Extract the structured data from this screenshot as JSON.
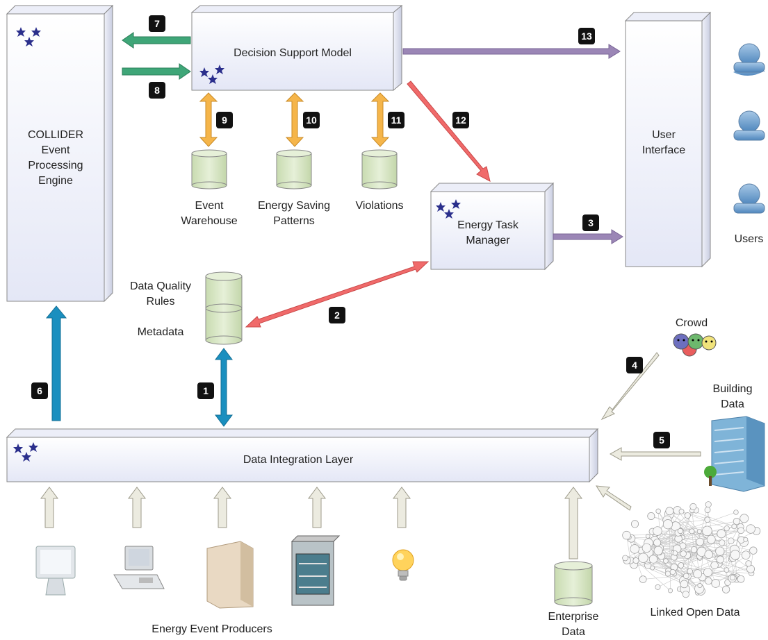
{
  "components": {
    "engine": "COLLIDER\nEvent\nProcessing\nEngine",
    "decision_model": "Decision Support Model",
    "task_manager": "Energy Task\nManager",
    "user_interface": "User\nInterface",
    "integration_layer": "Data Integration Layer"
  },
  "stores": {
    "event_warehouse": "Event\nWarehouse",
    "saving_patterns": "Energy Saving\nPatterns",
    "violations": "Violations",
    "quality_rules": "Data Quality\nRules",
    "metadata": "Metadata",
    "enterprise_data": "Enterprise\nData"
  },
  "sources": {
    "crowd": "Crowd",
    "building_data": "Building\nData",
    "linked_open_data": "Linked Open Data",
    "users": "Users",
    "producers": "Energy Event Producers"
  },
  "badges": [
    "1",
    "2",
    "3",
    "4",
    "5",
    "6",
    "7",
    "8",
    "9",
    "10",
    "11",
    "12",
    "13"
  ],
  "colors": {
    "green_arrow": "#3fa678",
    "orange_arrow": "#f5b54a",
    "purple_arrow": "#9b86b6",
    "red_arrow": "#f06a6a",
    "blue_arrow": "#1a8fbf",
    "cream_arrow": "#ecebe0",
    "cylinder": "#d9e8c4",
    "user_icon": "#6f9fcc",
    "agent_icon": "#2b2f8c"
  }
}
